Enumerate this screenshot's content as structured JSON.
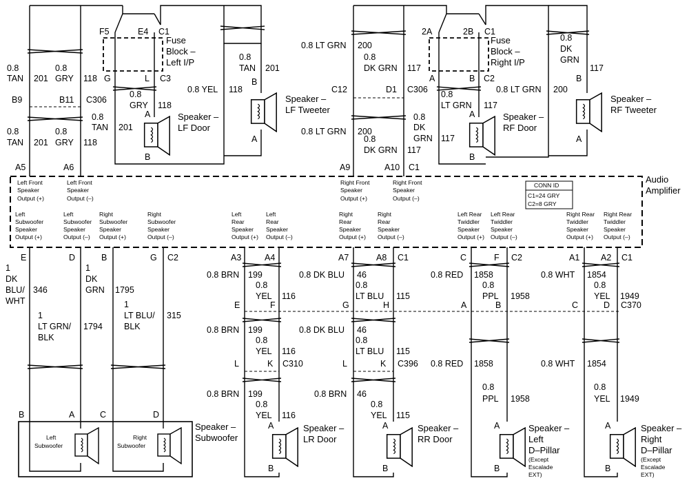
{
  "fuse_left": {
    "title": "Fuse",
    "l2": "Block –",
    "l3": "Left I/P",
    "p1": "F5",
    "p2": "E4",
    "conn": "C1",
    "g": "G",
    "l": "L",
    "c3": "C3"
  },
  "fuse_right": {
    "title": "Fuse",
    "l2": "Block –",
    "l3": "Right I/P",
    "p1": "2A",
    "p2": "2B",
    "conn": "C1",
    "a": "A",
    "b": "B",
    "c2": "C2"
  },
  "left_front": {
    "w1_size": "0.8",
    "w1_color": "TAN",
    "w1_circuit": "201",
    "w2_size": "0.8",
    "w2_color": "GRY",
    "w2_circuit": "118",
    "b9": "B9",
    "b11": "B11",
    "c306": "C306",
    "door_gry_size": "0.8",
    "door_gry": "GRY",
    "door_gry_circ": "118",
    "door_tan_size": "0.8",
    "door_tan": "TAN",
    "door_tan_circ": "201",
    "w3_size": "0.8",
    "w3_color": "TAN",
    "w3_circuit": "201",
    "w4_size": "0.8",
    "w4_color": "GRY",
    "w4_circuit": "118",
    "tw_size": "0.8",
    "tw_color": "TAN",
    "tw_circ": "201",
    "yel": "0.8 YEL",
    "yel_circ": "118",
    "a5": "A5",
    "a6": "A6"
  },
  "right_front": {
    "ltgrn": "0.8 LT GRN",
    "ltgrn_circ": "200",
    "dkgrn_size": "0.8",
    "dkgrn": "DK GRN",
    "dkgrn_circ": "117",
    "c12": "C12",
    "d1": "D1",
    "c306": "C306",
    "door_ltgrn_size": "0.8",
    "door_ltgrn": "LT GRN",
    "door_ltgrn_circ": "117",
    "ltgrn2": "0.8 LT GRN",
    "ltgrn2_circ": "200",
    "dkgrn2_size": "0.8",
    "dkgrn2": "DK GRN",
    "dkgrn2_circ": "117",
    "door_dk_size": "0.8",
    "door_dk1": "DK",
    "door_dk2": "GRN",
    "door_dk_circ": "117",
    "tw_size": "0.8",
    "tw_c1": "DK",
    "tw_c2": "GRN",
    "tw_circ": "117",
    "ltgrn3": "0.8 LT GRN",
    "ltgrn3_circ": "200",
    "a9": "A9",
    "a10": "A10",
    "c1": "C1"
  },
  "speakers": {
    "lf_tweeter": [
      "Speaker –",
      "LF Tweeter"
    ],
    "lf_door": [
      "Speaker –",
      "LF Door"
    ],
    "rf_door": [
      "Speaker –",
      "RF Door"
    ],
    "rf_tweeter": [
      "Speaker –",
      "RF Tweeter"
    ],
    "subwoofer": [
      "Speaker –",
      "Subwoofer"
    ],
    "lr_door": [
      "Speaker –",
      "LR Door"
    ],
    "rr_door": [
      "Speaker –",
      "RR Door"
    ],
    "left_dpillar": [
      "Speaker –",
      "Left",
      "D–Pillar",
      "(Except",
      "Escalade",
      "EXT)"
    ],
    "right_dpillar": [
      "Speaker –",
      "Right",
      "D–Pillar",
      "(Except",
      "Escalade",
      "EXT)"
    ],
    "sub_left": [
      "Left",
      "Subwoofer"
    ],
    "sub_right": [
      "Right",
      "Subwoofer"
    ]
  },
  "amplifier": {
    "title1": "Audio",
    "title2": "Amplifier",
    "conn_id": "CONN ID",
    "c1": "C1=24 GRY",
    "c2": "C2=8 GRY",
    "top_labels": [
      [
        "Left Front",
        "Speaker",
        "Output (+)"
      ],
      [
        "Left Front",
        "Speaker",
        "Output (–)"
      ],
      [
        "Right Front",
        "Speaker",
        "Output (+)"
      ],
      [
        "Right Front",
        "Speaker",
        "Output (–)"
      ]
    ],
    "bottom_labels": [
      [
        "Left",
        "Subwoofer",
        "Speaker",
        "Output (+)"
      ],
      [
        "Left",
        "Subwoofer",
        "Speaker",
        "Output (–)"
      ],
      [
        "Right",
        "Subwoofer",
        "Speaker",
        "Output (+)"
      ],
      [
        "Right",
        "Subwoofer",
        "Speaker",
        "Output (–)"
      ],
      [
        "Left",
        "Rear",
        "Speaker",
        "Output (+)"
      ],
      [
        "Left",
        "Rear",
        "Speaker",
        "Output (–)"
      ],
      [
        "Right",
        "Rear",
        "Speaker",
        "Output (+)"
      ],
      [
        "Right",
        "Rear",
        "Speaker",
        "Output (–)"
      ],
      [
        "Left Rear",
        "Twiddler",
        "Speaker",
        "Output (+)"
      ],
      [
        "Left Rear",
        "Twiddler",
        "Speaker",
        "Output (–)"
      ],
      [
        "Right Rear",
        "Twiddler",
        "Speaker",
        "Output (+)"
      ],
      [
        "Right Rear",
        "Twiddler",
        "Speaker",
        "Output (–)"
      ]
    ]
  },
  "subwoofer_wires": {
    "p1": "E",
    "p2": "D",
    "p3": "B",
    "p4": "G",
    "p5": "C2",
    "w346": [
      "1",
      "DK",
      "BLU/",
      "WHT"
    ],
    "c346": "346",
    "w1794": [
      "1",
      "LT GRN/",
      "BLK"
    ],
    "c1794": "1794",
    "w1795": [
      "1",
      "DK",
      "GRN"
    ],
    "c1795": "1795",
    "w315": [
      "1",
      "LT BLU/",
      "BLK"
    ],
    "c315": "315",
    "bot": [
      "B",
      "A",
      "C",
      "D"
    ]
  },
  "rear": {
    "a3": "A3",
    "a4": "A4",
    "a7": "A7",
    "a8": "A8",
    "c1a": "C1",
    "c": "C",
    "f": "F",
    "c2": "C2",
    "a1": "A1",
    "a2": "A2",
    "c1b": "C1",
    "brn": "0.8 BRN",
    "brn_c": "199",
    "yel_s": "0.8",
    "yel": "YEL",
    "yel_c": "116",
    "dkblu": "0.8 DK BLU",
    "dkblu_c": "46",
    "ltblu_s": "0.8",
    "ltblu": "LT BLU",
    "ltblu_c": "115",
    "red": "0.8 RED",
    "red_c": "1858",
    "ppl_s": "0.8",
    "ppl": "PPL",
    "ppl_c": "1958",
    "wht": "0.8 WHT",
    "wht_c": "1854",
    "yel2_s": "0.8",
    "yel2": "YEL",
    "yel2_c": "1949",
    "e": "E",
    "f2": "F",
    "g": "G",
    "h": "H",
    "a": "A",
    "b": "B",
    "c3": "C",
    "d": "D",
    "c370": "C370",
    "l": "L",
    "k": "K",
    "c310": "C310",
    "l2": "L",
    "k2": "K",
    "c396": "C396",
    "brn2": "0.8 BRN",
    "brn2_c": "199",
    "yel3_s": "0.8",
    "yel3": "YEL",
    "yel3_c": "116",
    "dkblu2": "0.8 DK BLU",
    "dkblu2_c": "46",
    "ltblu2_s": "0.8",
    "ltblu2": "LT BLU",
    "ltblu2_c": "115",
    "red2": "0.8 RED",
    "red2_c": "1858",
    "wht2": "0.8 WHT",
    "wht2_c": "1854",
    "brn3": "0.8 BRN",
    "brn3_c": "199",
    "yel4_s": "0.8",
    "yel4": "YEL",
    "yel4_c": "116",
    "brn4": "0.8 BRN",
    "brn4_c": "46",
    "yel5_s": "0.8",
    "yel5": "YEL",
    "yel5_c": "115",
    "ppl2_s": "0.8",
    "ppl2": "PPL",
    "ppl2_c": "1958",
    "yel6_s": "0.8",
    "yel6": "YEL",
    "yel6_c": "1949",
    "A": "A",
    "B": "B"
  }
}
